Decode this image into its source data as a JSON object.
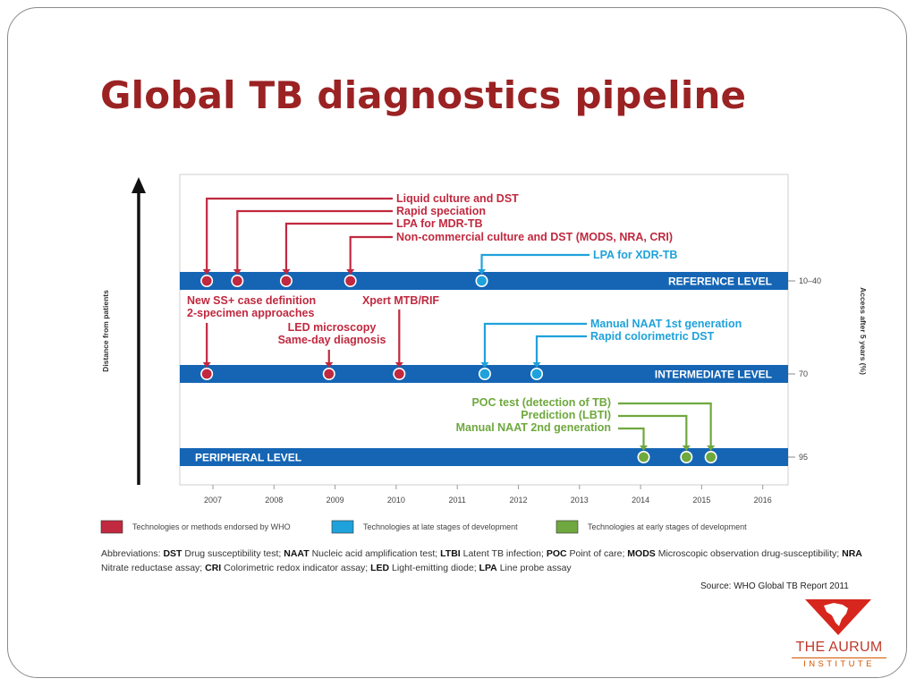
{
  "slide": {
    "title": "Global TB diagnostics pipeline"
  },
  "chart_data": {
    "type": "timeline",
    "x_axis": {
      "ticks": [
        "2007",
        "2008",
        "2009",
        "2010",
        "2011",
        "2012",
        "2013",
        "2014",
        "2015",
        "2016"
      ],
      "range": [
        2006.6,
        2016.6
      ]
    },
    "y_axis_left_label": "Distance from patients",
    "y_axis_right_label": "Access after 5 years (%)",
    "levels": [
      {
        "key": "reference",
        "name": "REFERENCE LEVEL",
        "access": "10–40",
        "label_side": "right"
      },
      {
        "key": "intermediate",
        "name": "INTERMEDIATE LEVEL",
        "access": "70",
        "label_side": "right"
      },
      {
        "key": "peripheral",
        "name": "PERIPHERAL LEVEL",
        "access": "95",
        "label_side": "left"
      }
    ],
    "categories": [
      {
        "key": "endorsed",
        "label": "Technologies or methods endorsed by WHO",
        "color": "#c0293f"
      },
      {
        "key": "late",
        "label": "Technologies at late stages of development",
        "color": "#1fa2db"
      },
      {
        "key": "early",
        "label": "Technologies at early stages of development",
        "color": "#6fa83e"
      }
    ],
    "points": [
      {
        "level": "reference",
        "x": 2006.9,
        "cat": "endorsed",
        "group": 0
      },
      {
        "level": "reference",
        "x": 2007.4,
        "cat": "endorsed",
        "group": 1
      },
      {
        "level": "reference",
        "x": 2008.2,
        "cat": "endorsed",
        "group": 2
      },
      {
        "level": "reference",
        "x": 2009.25,
        "cat": "endorsed",
        "group": 3
      },
      {
        "level": "reference",
        "x": 2011.4,
        "cat": "late",
        "group": 4
      },
      {
        "level": "intermediate",
        "x": 2006.9,
        "cat": "endorsed",
        "group": 5
      },
      {
        "level": "intermediate",
        "x": 2008.9,
        "cat": "endorsed",
        "group": 6
      },
      {
        "level": "intermediate",
        "x": 2010.05,
        "cat": "endorsed",
        "group": 7
      },
      {
        "level": "intermediate",
        "x": 2011.45,
        "cat": "late",
        "group": 8
      },
      {
        "level": "intermediate",
        "x": 2012.3,
        "cat": "late",
        "group": 9
      },
      {
        "level": "peripheral",
        "x": 2014.05,
        "cat": "early",
        "group": 12
      },
      {
        "level": "peripheral",
        "x": 2014.75,
        "cat": "early",
        "group": 11
      },
      {
        "level": "peripheral",
        "x": 2015.15,
        "cat": "early",
        "group": 10
      }
    ],
    "annotations": [
      {
        "id": 0,
        "lines": [
          "Liquid culture and DST"
        ],
        "cat": "endorsed"
      },
      {
        "id": 1,
        "lines": [
          "Rapid speciation"
        ],
        "cat": "endorsed"
      },
      {
        "id": 2,
        "lines": [
          "LPA for MDR-TB"
        ],
        "cat": "endorsed"
      },
      {
        "id": 3,
        "lines": [
          "Non-commercial culture and DST (MODS, NRA, CRI)"
        ],
        "cat": "endorsed"
      },
      {
        "id": 4,
        "lines": [
          "LPA for XDR-TB"
        ],
        "cat": "late"
      },
      {
        "id": 5,
        "lines": [
          "New SS+ case definition",
          "2-specimen approaches"
        ],
        "cat": "endorsed"
      },
      {
        "id": 6,
        "lines": [
          "LED microscopy",
          "Same-day diagnosis"
        ],
        "cat": "endorsed"
      },
      {
        "id": 7,
        "lines": [
          "Xpert MTB/RIF"
        ],
        "cat": "endorsed"
      },
      {
        "id": 8,
        "lines": [
          "Manual NAAT 1st generation"
        ],
        "cat": "late"
      },
      {
        "id": 9,
        "lines": [
          "Rapid colorimetric DST"
        ],
        "cat": "late"
      },
      {
        "id": 10,
        "lines": [
          "POC test (detection of TB)"
        ],
        "cat": "early"
      },
      {
        "id": 11,
        "lines": [
          "Prediction (LBTI)"
        ],
        "cat": "early"
      },
      {
        "id": 12,
        "lines": [
          "Manual NAAT 2nd generation"
        ],
        "cat": "early"
      }
    ]
  },
  "abbreviations": {
    "intro": "Abbreviations:",
    "items": [
      {
        "abbr": "DST",
        "text": " Drug susceptibility test; "
      },
      {
        "abbr": "NAAT",
        "text": " Nucleic acid amplification test; "
      },
      {
        "abbr": "LTBI",
        "text": " Latent TB infection; "
      },
      {
        "abbr": "POC",
        "text": " Point of care; "
      },
      {
        "abbr": "MODS",
        "text": " Microscopic observation drug-susceptibility; "
      },
      {
        "abbr": "NRA",
        "text": " Nitrate reductase assay; "
      },
      {
        "abbr": "CRI",
        "text": " Colorimetric redox indicator assay; "
      },
      {
        "abbr": "LED",
        "text": " Light-emitting diode; "
      },
      {
        "abbr": "LPA",
        "text": " Line probe assay"
      }
    ]
  },
  "source": "Source: WHO Global TB Report 2011",
  "logo": {
    "name": "THE AURUM",
    "sub": "INSTITUTE",
    "icon": "africa-map-logo-icon",
    "color": "#c0392b"
  }
}
